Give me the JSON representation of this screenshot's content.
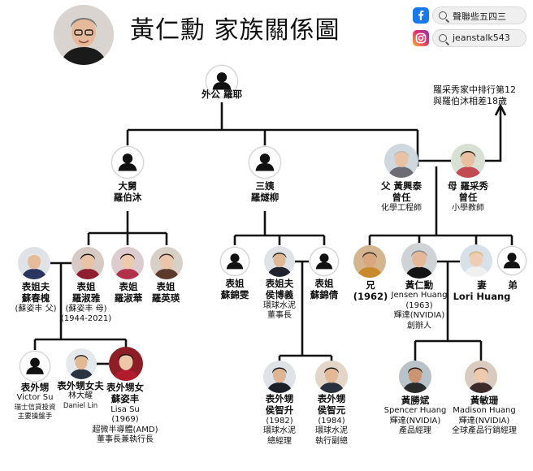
{
  "title": "黃仁勳 家族關係圖",
  "social": {
    "facebook": "聲聯些五四三",
    "instagram": "jeanstalk543"
  },
  "note": [
    "羅采秀家中排行第12",
    "與羅伯沐相差18歲"
  ],
  "people": {
    "grandpa": {
      "lines": [
        "外公 羅耶"
      ]
    },
    "uncle": {
      "lines": [
        "大舅",
        "羅伯沐"
      ]
    },
    "aunt": {
      "lines": [
        "三姨",
        "羅燧柳"
      ]
    },
    "father": {
      "lines": [
        "父 黃興泰",
        "曾任",
        "化學工程師"
      ]
    },
    "mother": {
      "lines": [
        "母 羅采秀",
        "曾任",
        "小學教師"
      ]
    },
    "su_father": {
      "lines": [
        "表姐夫",
        "蘇春槐",
        "(蘇姿丰 父)"
      ]
    },
    "su_mother": {
      "lines": [
        "表姐",
        "羅淑雅",
        "(蘇姿丰 母)",
        "(1944-2021)"
      ]
    },
    "luo_sh": {
      "lines": [
        "表姐",
        "羅淑華"
      ]
    },
    "luo_ying": {
      "lines": [
        "表姐",
        "羅英瑛"
      ]
    },
    "su_wen": {
      "lines": [
        "表姐",
        "蘇錦雯"
      ]
    },
    "hou": {
      "lines": [
        "表姐夫",
        "侯博義",
        "環球水泥",
        "董事長"
      ]
    },
    "su_qian": {
      "lines": [
        "表姐",
        "蘇錦倩"
      ]
    },
    "brother": {
      "lines": [
        "兄",
        "(1962)"
      ]
    },
    "jensen": {
      "lines": [
        "黃仁勳",
        "Jensen Huang",
        "(1963)",
        "輝達(NVIDIA)",
        "創辦人"
      ]
    },
    "wife": {
      "lines": [
        "妻",
        "Lori Huang"
      ]
    },
    "younger": {
      "lines": [
        "弟"
      ]
    },
    "victor": {
      "lines": [
        "表外甥",
        "Victor Su",
        "瑞士信貸投資",
        "主要操盤手"
      ]
    },
    "daniel": {
      "lines": [
        "表外甥女夫",
        "林大耀",
        "Daniel Lin"
      ]
    },
    "lisa": {
      "lines": [
        "表外甥女",
        "蘇姿丰",
        "Lisa Su",
        "(1969)",
        "超微半導體(AMD)",
        "董事長兼執行長"
      ]
    },
    "hou_zs": {
      "lines": [
        "表外甥",
        "侯智升",
        "(1982)",
        "環球水泥",
        "總經理"
      ]
    },
    "hou_zy": {
      "lines": [
        "表外甥",
        "侯智元",
        "(1984)",
        "環球水泥",
        "執行副總"
      ]
    },
    "spencer": {
      "lines": [
        "黃勝斌",
        "Spencer Huang",
        "輝達(NVIDIA)",
        "產品經理"
      ]
    },
    "madison": {
      "lines": [
        "黃敏珊",
        "Madison Huang",
        "輝達(NVIDIA)",
        "全球產品行銷經理"
      ]
    }
  }
}
